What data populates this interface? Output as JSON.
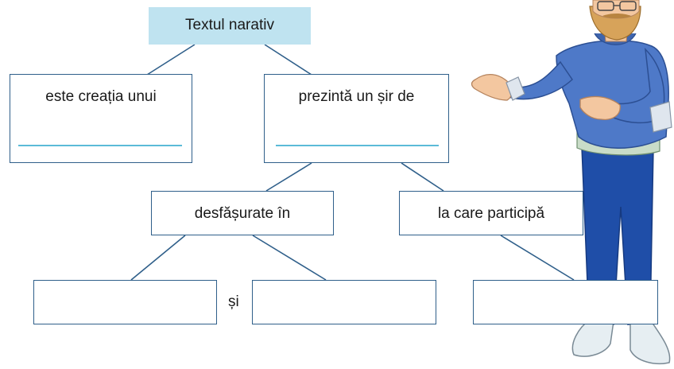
{
  "diagram": {
    "root": {
      "label": "Textul narativ"
    },
    "level1": [
      {
        "label": "este creația unui"
      },
      {
        "label": "prezintă un șir de"
      }
    ],
    "level2": [
      {
        "label": "desfășurate în"
      },
      {
        "label": "la care participă"
      }
    ],
    "connector": "și",
    "colors": {
      "title_bg": "#bfe3f0",
      "box_border": "#2f5f8a",
      "answer_line": "#5bbbd8",
      "connector_line": "#2f5f8a"
    }
  },
  "illustration": {
    "icon": "teacher-character-icon"
  }
}
